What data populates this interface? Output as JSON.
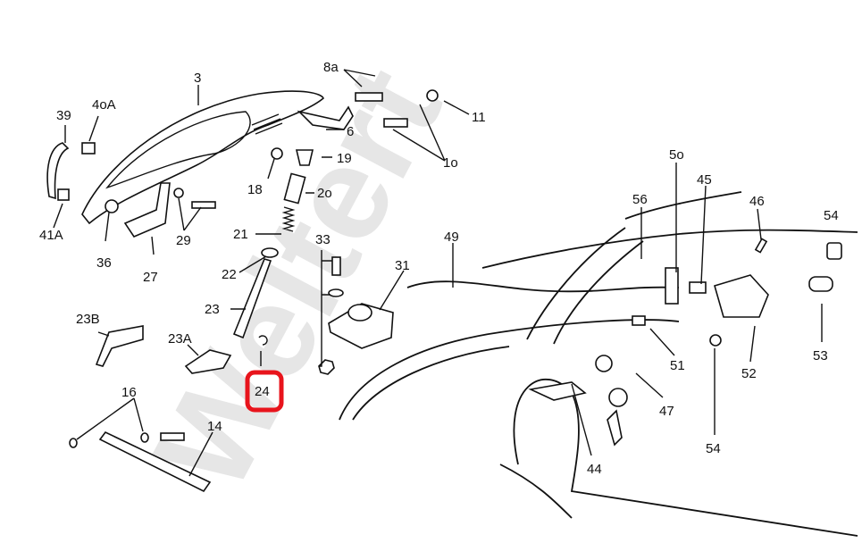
{
  "watermark": "Weltert",
  "highlight_color": "#e8141c",
  "highlighted_label": "24",
  "labels": [
    "3",
    "8a",
    "11",
    "39",
    "4oA",
    "6",
    "19",
    "1o",
    "18",
    "2o",
    "41A",
    "36",
    "29",
    "27",
    "21",
    "33",
    "49",
    "31",
    "5o",
    "45",
    "56",
    "46",
    "54",
    "22",
    "23",
    "23B",
    "23A",
    "24",
    "16",
    "14",
    "51",
    "52",
    "53",
    "47",
    "54",
    "44"
  ]
}
